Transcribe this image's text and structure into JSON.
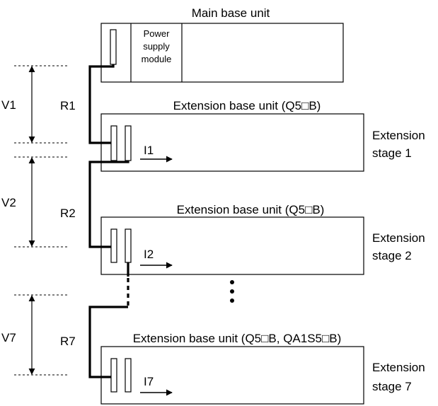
{
  "main_base": {
    "title": "Main base unit",
    "power_lines": [
      "Power",
      "supply",
      "module"
    ]
  },
  "extensions": [
    {
      "title": "Extension base unit (Q5□B)",
      "stage": [
        "Extension",
        "stage 1"
      ],
      "current": "I1",
      "cable": "R1",
      "voltage": "V1"
    },
    {
      "title": "Extension base unit (Q5□B)",
      "stage": [
        "Extension",
        "stage 2"
      ],
      "current": "I2",
      "cable": "R2",
      "voltage": "V2"
    },
    {
      "title": "Extension base unit (Q5□B, QA1S5□B)",
      "stage": [
        "Extension",
        "stage 7"
      ],
      "current": "I7",
      "cable": "R7",
      "voltage": "V7"
    }
  ],
  "ellipsis": "⋮"
}
